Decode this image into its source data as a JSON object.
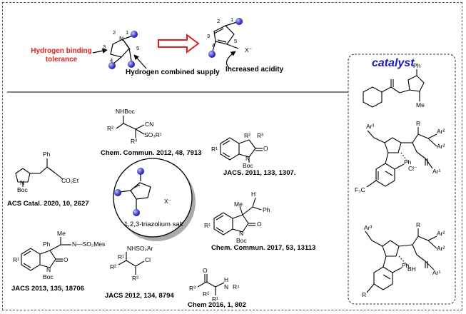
{
  "top": {
    "hydrogen_binding_tolerance": "Hydrogen binding tolerance",
    "hydrogen_combined_supply": "Hydrogen combined supply",
    "increased_acidity": "Increased acidity",
    "ring_numbers_left": [
      "1",
      "2",
      "3",
      "4",
      "5"
    ],
    "ring_numbers_right": [
      "1",
      "2",
      "3",
      "4",
      "5"
    ],
    "n_label": "N",
    "x_minus": "X⁻"
  },
  "center": {
    "label": "1,2,3-triazolium salt",
    "x_minus": "X⁻"
  },
  "references": [
    "Chem. Commun. 2012, 48, 7913",
    "JACS. 2011, 133, 1307.",
    "ACS Catal. 2020, 10, 2627",
    "Chem. Commun. 2017, 53, 13113",
    "JACS 2013, 135, 18706",
    "JACS 2012, 134, 8794",
    "Chem 2016, 1, 802"
  ],
  "catalyst": {
    "title": "catalyst",
    "ph": "Ph",
    "me": "Me",
    "cf3": "F₃C",
    "cl": "Cl⁻",
    "bh": "BH",
    "r": "R",
    "ar1": "Ar¹",
    "ar2": "Ar²",
    "ar3": "Ar³"
  },
  "molecules": {
    "nhboc": "NHBoc",
    "cn": "CN",
    "so3r1": "SO₃R¹",
    "r2": "R²",
    "r3": "R³",
    "r1": "R¹",
    "boc": "Boc",
    "co2et": "CO₂Et",
    "nhso2mes": "N—SO₂Mes",
    "nhso2ar": "NHSO₂Ar",
    "me": "Me",
    "ph": "Ph",
    "h": "H",
    "cl": "Cl",
    "o": "O",
    "n": "N",
    "r4": "R⁴"
  }
}
